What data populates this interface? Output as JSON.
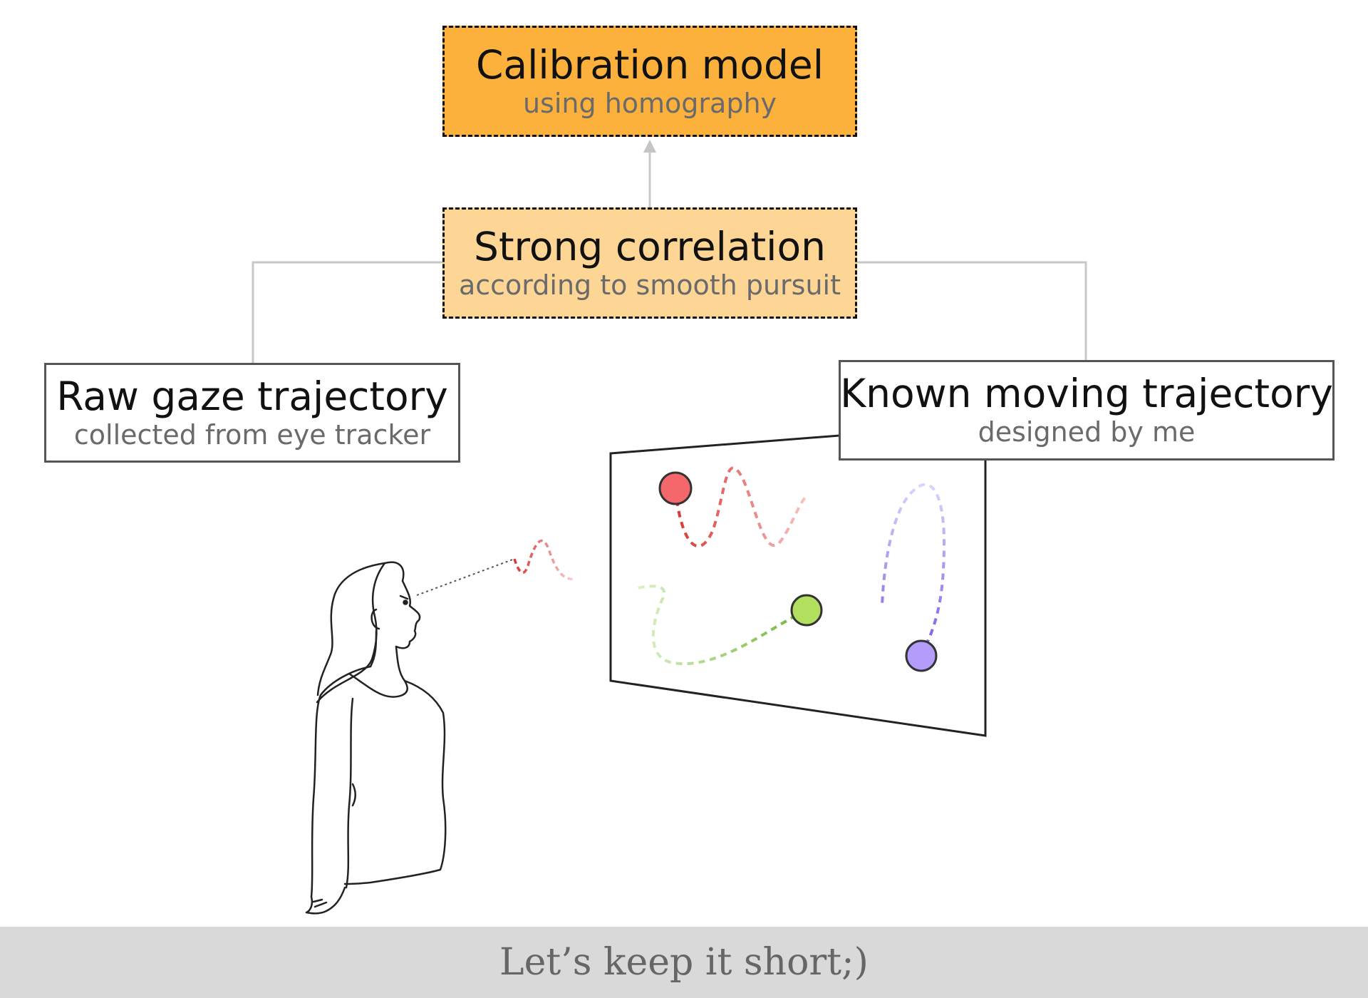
{
  "diagram": {
    "calibration": {
      "title": "Calibration model",
      "subtitle": "using homography"
    },
    "correlation": {
      "title": "Strong correlation",
      "subtitle": "according to smooth pursuit"
    },
    "raw_gaze": {
      "title": "Raw gaze trajectory",
      "subtitle": "collected from eye tracker"
    },
    "known_trajectory": {
      "title": "Known moving trajectory",
      "subtitle": "designed by me"
    }
  },
  "colors": {
    "calibration_fill": "#fbb13c",
    "correlation_fill": "#fdd594",
    "red_dot": "#f4676a",
    "green_dot": "#b2e05e",
    "purple_dot": "#b39cfa"
  },
  "icons": [
    "person-figure-icon",
    "screen-display-icon",
    "arrow-up-icon"
  ],
  "footer": {
    "text": "Let’s keep it short;)"
  }
}
